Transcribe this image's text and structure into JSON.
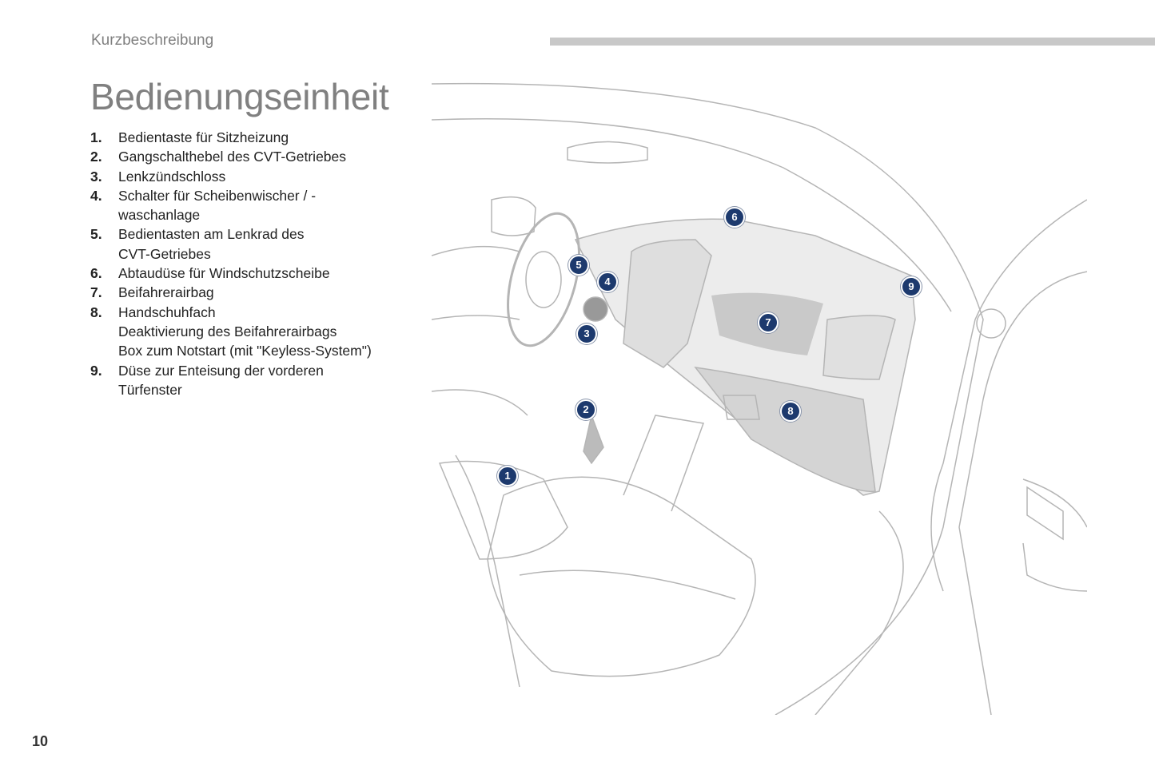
{
  "header": {
    "section": "Kurzbeschreibung",
    "title": "Bedienungseinheit"
  },
  "items": [
    {
      "num": "1.",
      "lines": [
        "Bedientaste für Sitzheizung"
      ]
    },
    {
      "num": "2.",
      "lines": [
        "Gangschalthebel des CVT-Getriebes"
      ]
    },
    {
      "num": "3.",
      "lines": [
        "Lenkzündschloss"
      ]
    },
    {
      "num": "4.",
      "lines": [
        "Schalter für Scheibenwischer / -",
        "waschanlage"
      ]
    },
    {
      "num": "5.",
      "lines": [
        "Bedientasten am Lenkrad des",
        "CVT-Getriebes"
      ]
    },
    {
      "num": "6.",
      "lines": [
        "Abtaudüse für Windschutzscheibe"
      ]
    },
    {
      "num": "7.",
      "lines": [
        "Beifahrerairbag"
      ]
    },
    {
      "num": "8.",
      "lines": [
        "Handschuhfach",
        "Deaktivierung des Beifahrerairbags",
        "Box zum Notstart (mit \"Keyless-System\")"
      ]
    },
    {
      "num": "9.",
      "lines": [
        "Düse zur Enteisung der vorderen",
        "Türfenster"
      ]
    }
  ],
  "callouts": [
    "1",
    "2",
    "3",
    "4",
    "5",
    "6",
    "7",
    "8",
    "9"
  ],
  "page_number": "10"
}
